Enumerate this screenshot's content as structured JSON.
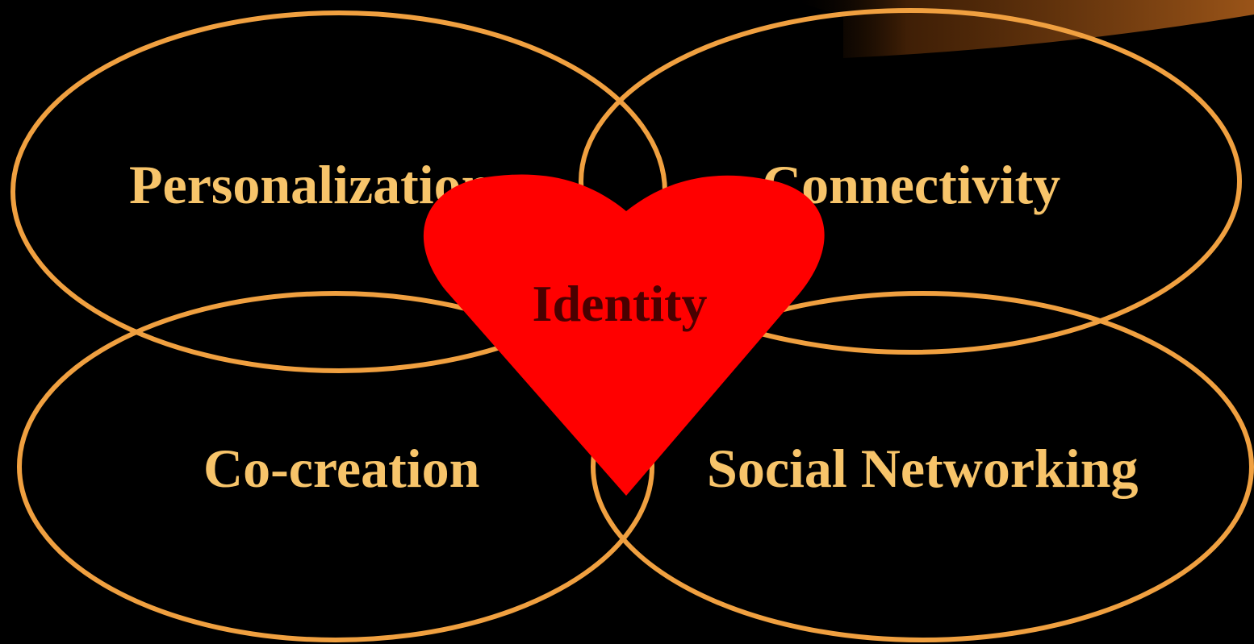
{
  "colors": {
    "background": "#000000",
    "ellipse_stroke": "#F0A040",
    "label_text": "#F7C46A",
    "heart_fill": "#FF0000",
    "heart_text": "#4A0000",
    "corner_glow": "#8A4A10"
  },
  "ellipses": [
    {
      "label": "Personalization"
    },
    {
      "label": "Connectivity"
    },
    {
      "label": "Co-creation"
    },
    {
      "label": "Social Networking"
    }
  ],
  "center": {
    "shape": "heart-icon",
    "label": "Identity"
  }
}
